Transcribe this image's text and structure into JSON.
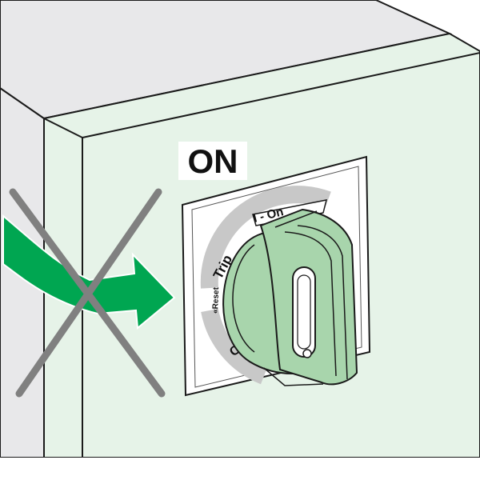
{
  "status_label": "ON",
  "dial": {
    "on_label": "I - On",
    "trip_label": "Trip",
    "reset_label": "«Reset",
    "off_label": "O - Off"
  },
  "warning": {
    "meaning": "do-not",
    "cross_color": "#808080",
    "arrow_color": "#00a651"
  },
  "colors": {
    "cabinet_front": "#e6f3e8",
    "cabinet_side": "#e8e8ea",
    "handle": "#a8d5ac"
  }
}
